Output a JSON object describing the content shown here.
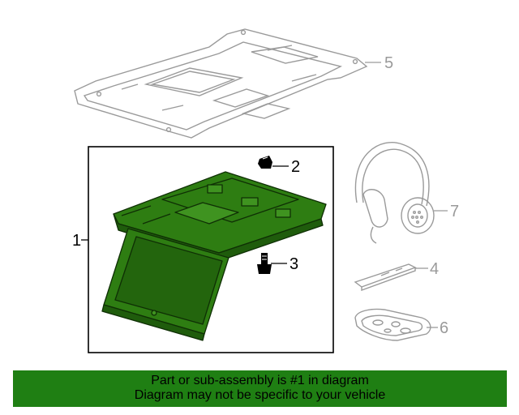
{
  "callouts": {
    "c1": "1",
    "c2": "2",
    "c3": "3",
    "c4": "4",
    "c5": "5",
    "c6": "6",
    "c7": "7"
  },
  "colors": {
    "highlight_part": "#2e7d12",
    "banner_bg": "#1f7f13",
    "line_gray": "#9a9a9a"
  },
  "banner": {
    "line1": "Part or sub-assembly is #1 in diagram",
    "line2": "Diagram may not be specific to your vehicle"
  }
}
